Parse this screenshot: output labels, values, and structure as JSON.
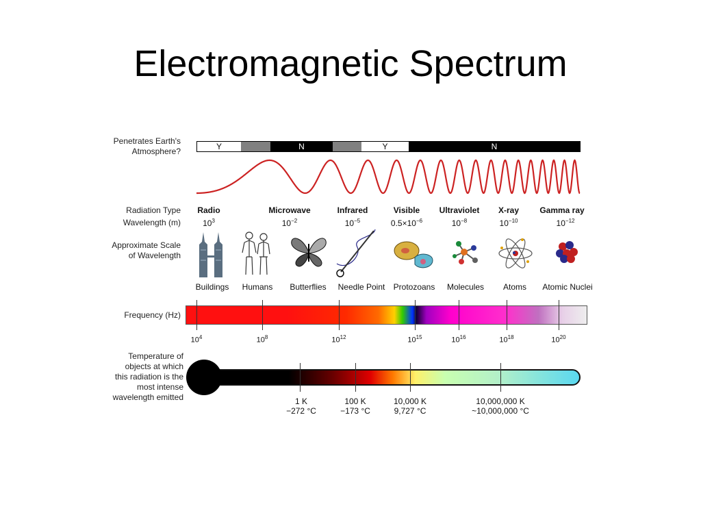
{
  "slide": {
    "title": "Electromagnetic Spectrum"
  },
  "labels": {
    "penetrates_line1": "Penetrates Earth's",
    "penetrates_line2": "Atmosphere?",
    "radiation_type": "Radiation Type",
    "wavelength": "Wavelength (m)",
    "scale_line1": "Approximate Scale",
    "scale_line2": "of Wavelength",
    "frequency": "Frequency (Hz)",
    "temp_line1": "Temperature of",
    "temp_line2": "objects at which",
    "temp_line3": "this radiation is the",
    "temp_line4": "most intense",
    "temp_line5": "wavelength emitted"
  },
  "atmosphere": [
    {
      "label": "Y",
      "state": "yes"
    },
    {
      "label": "",
      "state": "partial"
    },
    {
      "label": "N",
      "state": "no"
    },
    {
      "label": "",
      "state": "partial"
    },
    {
      "label": "Y",
      "state": "yes"
    },
    {
      "label": "N",
      "state": "no"
    }
  ],
  "bands": [
    {
      "name": "Radio",
      "wl_base": "10",
      "wl_exp": "3",
      "object": "Buildings",
      "icon": "buildings-icon"
    },
    {
      "name": "Microwave",
      "wl_base": "10",
      "wl_exp": "−2",
      "object": "Humans",
      "icon": "humans-icon"
    },
    {
      "name": "Infrared",
      "wl_base": "10",
      "wl_exp": "−5",
      "object": "Butterflies",
      "icon": "butterfly-icon"
    },
    {
      "name": "Visible",
      "wl_base": "0.5×10",
      "wl_exp": "−6",
      "object": "Needle Point",
      "icon": "needle-icon"
    },
    {
      "name": "Ultraviolet",
      "wl_base": "10",
      "wl_exp": "−8",
      "object": "Protozoans",
      "icon": "protozoan-icon"
    },
    {
      "name": "X-ray",
      "wl_base": "10",
      "wl_exp": "−10",
      "object": "Molecules",
      "icon": "molecule-icon"
    },
    {
      "name": "Gamma ray",
      "wl_base": "10",
      "wl_exp": "−12",
      "object": "Atoms",
      "icon": "atom-icon"
    }
  ],
  "extra_object": {
    "object": "Atomic Nuclei",
    "icon": "nucleus-icon"
  },
  "frequency_ticks": [
    {
      "base": "10",
      "exp": "4"
    },
    {
      "base": "10",
      "exp": "8"
    },
    {
      "base": "10",
      "exp": "12"
    },
    {
      "base": "10",
      "exp": "15"
    },
    {
      "base": "10",
      "exp": "16"
    },
    {
      "base": "10",
      "exp": "18"
    },
    {
      "base": "10",
      "exp": "20"
    }
  ],
  "temperature_ticks": [
    {
      "kelvin": "1 K",
      "celsius": "−272 °C"
    },
    {
      "kelvin": "100 K",
      "celsius": "−173 °C"
    },
    {
      "kelvin": "10,000 K",
      "celsius": "9,727 °C"
    },
    {
      "kelvin": "10,000,000 K",
      "celsius": "~10,000,000 °C"
    }
  ],
  "colors": {
    "wave": "#cc2222",
    "bar_border": "#000000",
    "partial": "#808080"
  }
}
